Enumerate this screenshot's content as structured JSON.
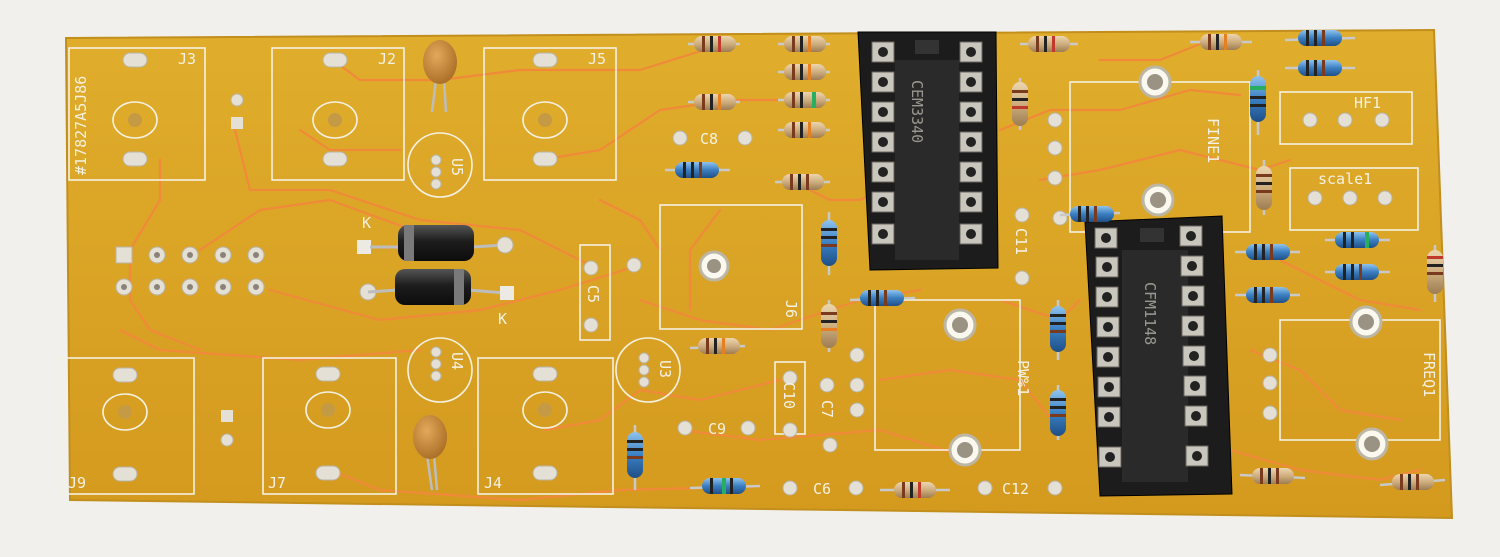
{
  "board": {
    "serial": "#17827A5J86",
    "labels": {
      "J3": "J3",
      "J2": "J2",
      "J5": "J5",
      "J9": "J9",
      "J7": "J7",
      "J4": "J4",
      "J6": "J6",
      "U5": "U5",
      "U4": "U4",
      "U3": "U3",
      "C5": "C5",
      "C6": "C6",
      "C7": "C7",
      "C8": "C8",
      "C9": "C9",
      "C10": "C10",
      "C11": "C11",
      "C12": "C12",
      "FINE1": "FINE1",
      "FREQ1": "FREQ1",
      "HF1": "HF1",
      "scale1": "scale1",
      "PW1": "PW%1",
      "K_top": "K",
      "K_bottom": "K",
      "ic_top": "CEM3340",
      "ic_bottom": "CFM1148"
    }
  },
  "colors": {
    "substrate": "#dba625",
    "trace": "#f08a3a",
    "silk": "#f4f1e2",
    "socket": "#1c1c1c",
    "resistor_body": "#d6b98d",
    "resistor_blue": "#3a7fc2"
  }
}
